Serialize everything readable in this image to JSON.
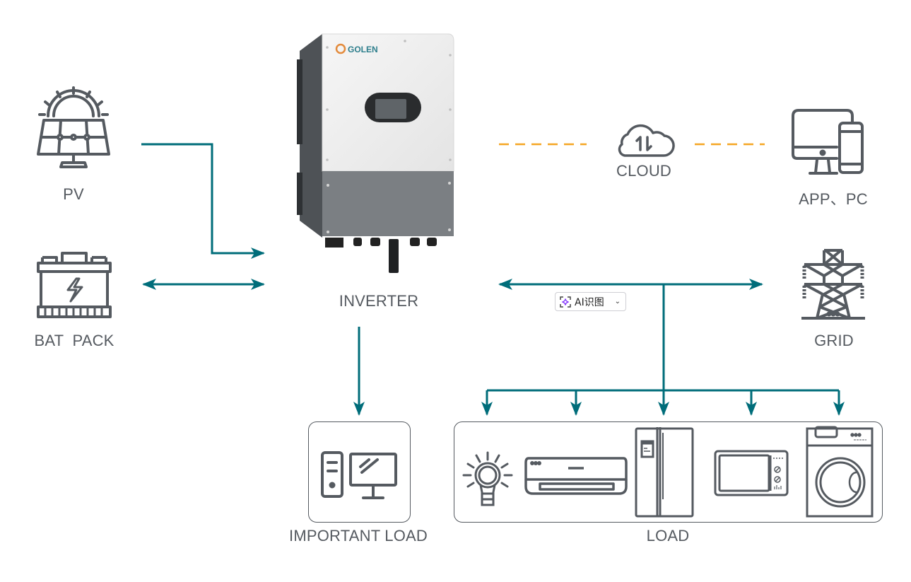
{
  "colors": {
    "flow_line": "#006d7a",
    "comm_line": "#f5a623",
    "icon_stroke": "#555a60",
    "label_text": "#555a60"
  },
  "nodes": {
    "pv": {
      "label": "PV",
      "icon": "solar-panel-icon"
    },
    "battery": {
      "label": "BAT  PACK",
      "icon": "battery-icon"
    },
    "inverter": {
      "label": "INVERTER",
      "brand": "GOLEN",
      "icon": "inverter-image"
    },
    "cloud": {
      "label": "CLOUD",
      "icon": "cloud-sync-icon"
    },
    "app_pc": {
      "label": "APP、PC",
      "icon": "monitor-phone-icon"
    },
    "grid": {
      "label": "GRID",
      "icon": "power-tower-icon"
    },
    "important_load": {
      "label": "IMPORTANT LOAD",
      "icon": "desktop-computer-icon"
    },
    "load": {
      "label": "LOAD",
      "appliances": [
        {
          "name": "light-bulb-icon"
        },
        {
          "name": "air-conditioner-icon"
        },
        {
          "name": "refrigerator-icon"
        },
        {
          "name": "microwave-icon"
        },
        {
          "name": "washing-machine-icon"
        }
      ]
    }
  },
  "connections": [
    {
      "from": "PV",
      "to": "INVERTER",
      "type": "one-way"
    },
    {
      "from": "BAT PACK",
      "to": "INVERTER",
      "type": "two-way"
    },
    {
      "from": "INVERTER",
      "to": "GRID",
      "type": "two-way"
    },
    {
      "from": "INVERTER",
      "to": "IMPORTANT LOAD",
      "type": "one-way"
    },
    {
      "from": "GRID-BUS",
      "to": "LOAD",
      "type": "one-way",
      "branches": 5
    },
    {
      "from": "INVERTER",
      "to": "CLOUD",
      "type": "dashed"
    },
    {
      "from": "CLOUD",
      "to": "APP、PC",
      "type": "dashed"
    }
  ],
  "overlay": {
    "ai_chip_label": "AI识图",
    "ai_chip_chevron": "⌄"
  }
}
